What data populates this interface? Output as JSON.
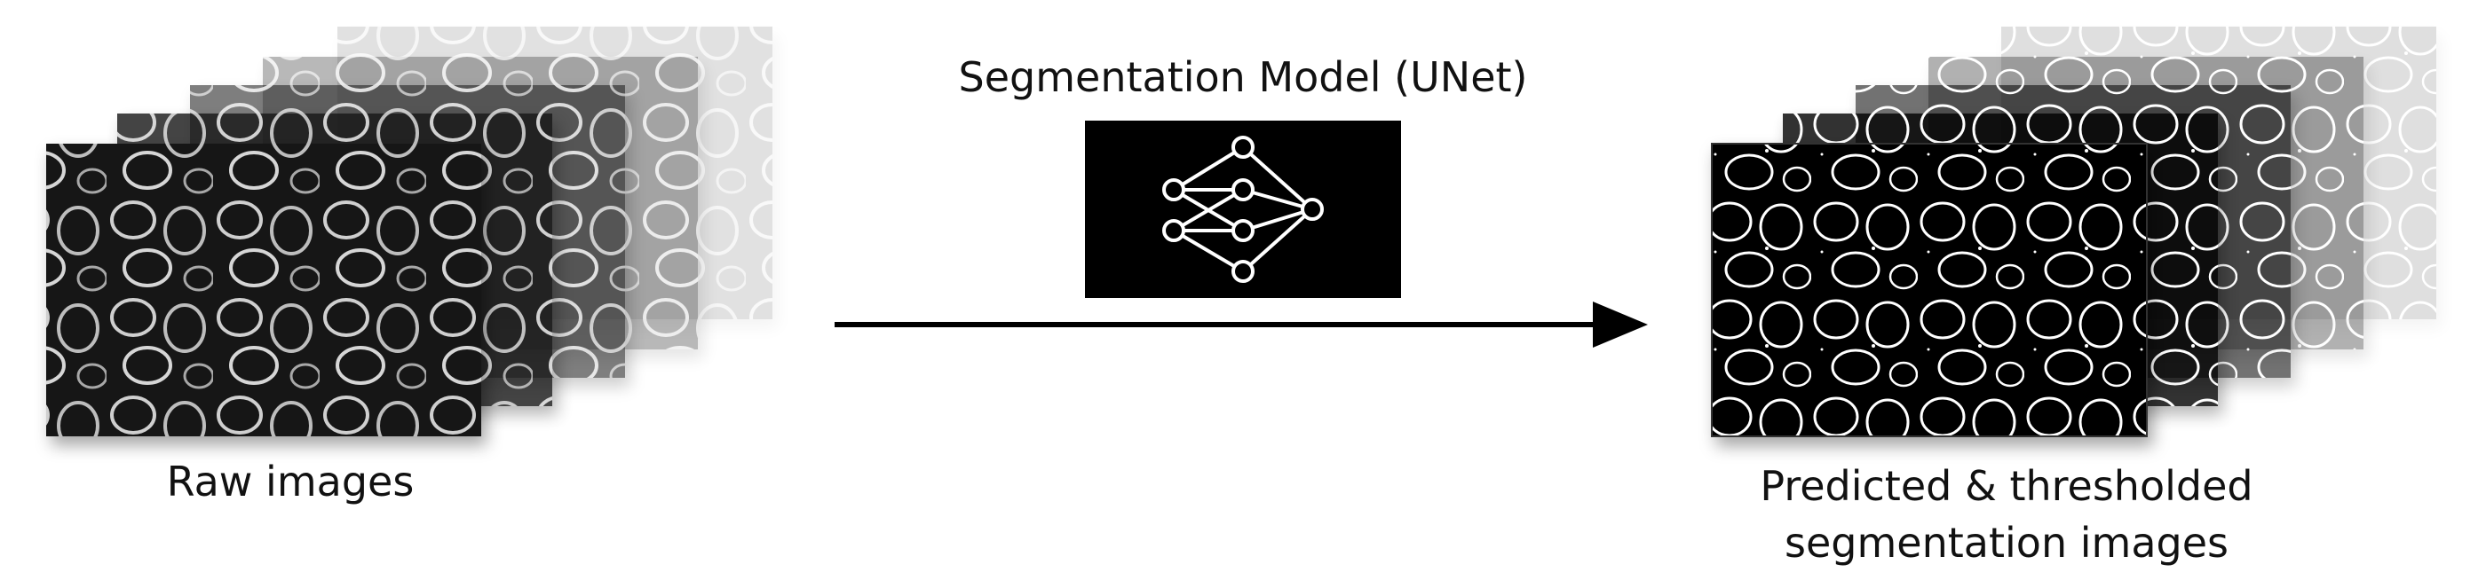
{
  "raw_stack": {
    "label": "Raw images",
    "layer_count": 5
  },
  "model": {
    "label": "Segmentation Model (UNet)",
    "icon": "neural-network-icon"
  },
  "output_stack": {
    "label_line1": "Predicted & thresholded",
    "label_line2": "segmentation images",
    "layer_count": 5
  },
  "arrow": {
    "icon": "arrow-right-icon"
  },
  "colors": {
    "background": "#ffffff",
    "frame_fill": "#101010",
    "raw_cell": "#c8c8c8",
    "seg_cell": "#ffffff",
    "arrow": "#000000"
  }
}
